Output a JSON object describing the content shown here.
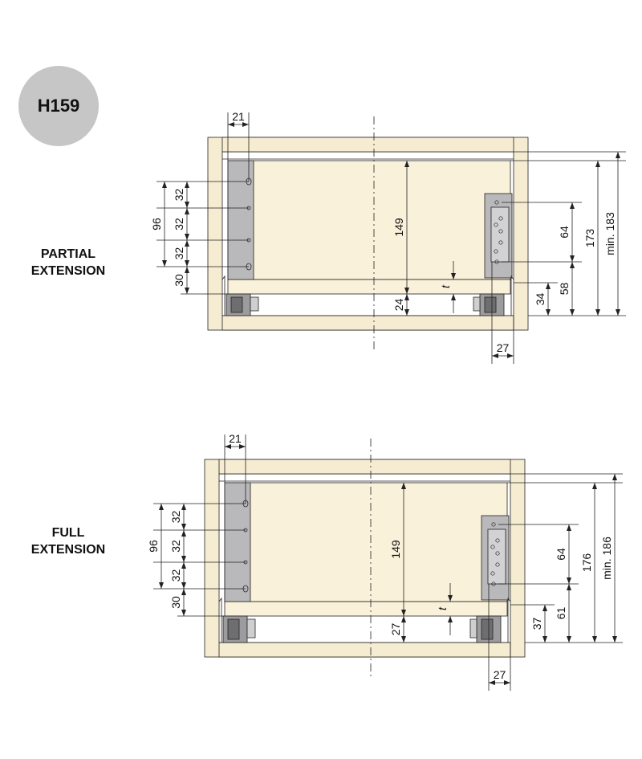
{
  "badge": "H159",
  "colors": {
    "wood": "#f6ecd2",
    "panel": "#faf1da",
    "metal": "#b9b9bb",
    "line": "#222222",
    "badge": "#c6c6c6"
  },
  "diagrams": [
    {
      "title_line1": "PARTIAL",
      "title_line2": "EXTENSION",
      "dims": {
        "side_width": "21",
        "total_holes": "96",
        "hole_1": "32",
        "hole_2": "32",
        "hole_3": "32",
        "bottom_offset": "30",
        "height": "149",
        "runner_gap": "24",
        "thickness": "t",
        "bracket_holes": "64",
        "drawer_total": "173",
        "cabinet_min": "min. 183",
        "bracket_bottom": "58",
        "runner_height": "34",
        "side_clearance": "27"
      }
    },
    {
      "title_line1": "FULL",
      "title_line2": "EXTENSION",
      "dims": {
        "side_width": "21",
        "total_holes": "96",
        "hole_1": "32",
        "hole_2": "32",
        "hole_3": "32",
        "bottom_offset": "30",
        "height": "149",
        "runner_gap": "27",
        "thickness": "t",
        "bracket_holes": "64",
        "drawer_total": "176",
        "cabinet_min": "min. 186",
        "bracket_bottom": "61",
        "runner_height": "37",
        "side_clearance": "27"
      }
    }
  ]
}
